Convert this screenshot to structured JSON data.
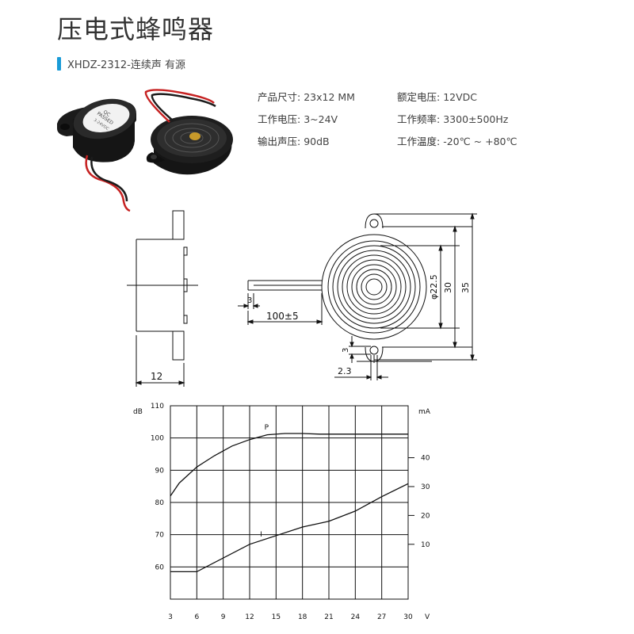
{
  "header": {
    "title": "压电式蜂鸣器",
    "subtitle": "XHDZ-2312-连续声 有源"
  },
  "photo": {
    "label_line1": "QC",
    "label_line2": "PASSED",
    "label_line3": "3-24VDC"
  },
  "specs": [
    {
      "label": "产品尺寸:",
      "value": "23x12 MM"
    },
    {
      "label": "额定电压:",
      "value": "12VDC"
    },
    {
      "label": "工作电压:",
      "value": "3~24V"
    },
    {
      "label": "工作频率:",
      "value": "3300±500Hz"
    },
    {
      "label": "输出声压:",
      "value": "90dB"
    },
    {
      "label": "工作温度:",
      "value": "-20℃ ~ +80℃"
    }
  ],
  "drawing": {
    "dim_height": "12",
    "dim_wire_tip": "3",
    "dim_wire_length": "100±5",
    "dim_dia_inner": "φ22.5",
    "dim_dia_body": "30",
    "dim_overall": "35",
    "dim_hole": "3",
    "dim_ear": "2.3"
  },
  "chart_data": {
    "type": "line",
    "left_unit": "dB",
    "right_unit": "mA",
    "x_unit": "V",
    "x": [
      3,
      6,
      9,
      12,
      15,
      18,
      21,
      24,
      27,
      30
    ],
    "xlim": [
      3,
      30
    ],
    "ylim_left": [
      50,
      110
    ],
    "ylim_right": [
      -9,
      58
    ],
    "left_ticks": [
      110,
      100,
      90,
      80,
      70,
      60
    ],
    "right_ticks": [
      40,
      30,
      20,
      10
    ],
    "series": [
      {
        "name": "P",
        "axis": "left",
        "points": [
          [
            3,
            82
          ],
          [
            4,
            86
          ],
          [
            6,
            91
          ],
          [
            8,
            94.5
          ],
          [
            10,
            97.5
          ],
          [
            12,
            99.5
          ],
          [
            14,
            101
          ],
          [
            16,
            101.4
          ],
          [
            18,
            101.4
          ],
          [
            20,
            101.2
          ],
          [
            24,
            101.2
          ],
          [
            27,
            101.2
          ],
          [
            30,
            101.2
          ]
        ]
      },
      {
        "name": "I",
        "axis": "right",
        "points": [
          [
            3,
            0.5
          ],
          [
            6,
            0.5
          ],
          [
            12,
            10
          ],
          [
            18,
            16
          ],
          [
            21,
            18
          ],
          [
            24,
            21.5
          ],
          [
            27,
            26.5
          ],
          [
            30,
            31
          ]
        ]
      }
    ]
  }
}
